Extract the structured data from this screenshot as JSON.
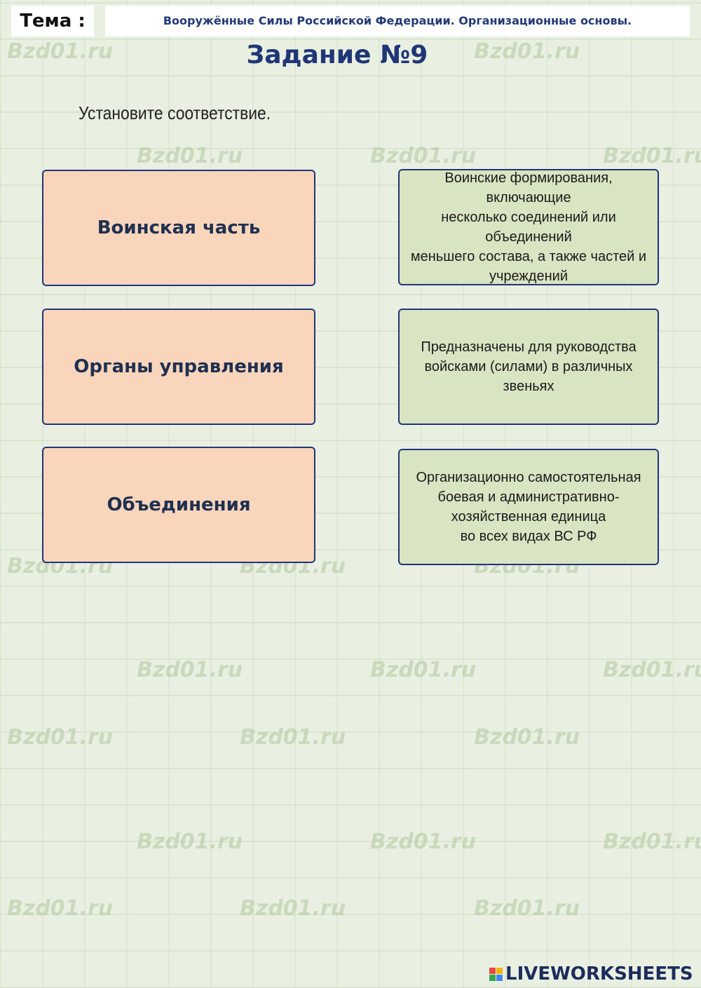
{
  "header": {
    "topic_label": "Тема :",
    "topic_text": "Вооружённые Силы Российской Федерации. Организационные основы."
  },
  "task": {
    "title": "Задание №9",
    "instruction": "Установите соответствие."
  },
  "left_items": [
    {
      "label": "Воинская часть"
    },
    {
      "label": "Органы управления"
    },
    {
      "label": "Объединения"
    }
  ],
  "right_items": [
    {
      "label": "Воинские формирования, включающие\nнесколько соединений или объединений\nменьшего состава, а также частей и\nучреждений"
    },
    {
      "label": "Предназначены для руководства\nвойсками (силами) в различных звеньях"
    },
    {
      "label": "Организационно самостоятельная\nбоевая и административно-\nхозяйственная единица\nво всех видах ВС РФ"
    }
  ],
  "watermark": "Bzd01.ru",
  "footer": {
    "logo_text": "LIVEWORKSHEETS"
  },
  "colors": {
    "left_card_bg": "#f9d5bc",
    "right_card_bg": "#d9e4c2",
    "border": "#22347a",
    "title": "#1f3676"
  }
}
